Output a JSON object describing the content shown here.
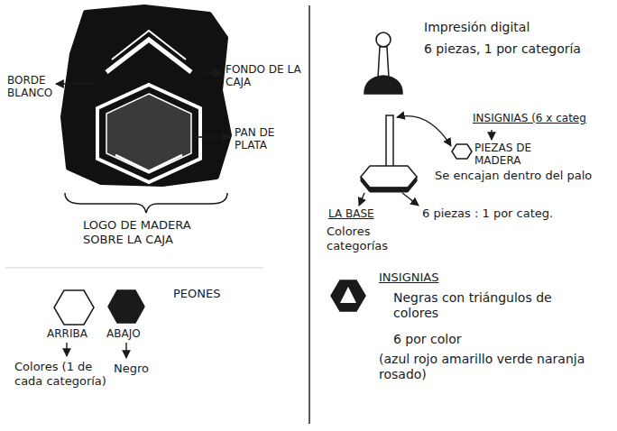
{
  "diagram": {
    "labels": [
      "BORDE BLANCO",
      "FONDO DE LA CAJA",
      "PAN DE PLATA",
      "LOGO DE MADERA SOBRE LA CAJA",
      "PEONES",
      "ARRIBA",
      "ABAJO",
      "Colores (1 de cada categoría)",
      "Negro",
      "Impresión digital",
      "6 piezas, 1 por categoría",
      "INSIGNIAS (6 x categ",
      "PIEZAS DE MADERA",
      "Se encajan dentro del palo",
      "LA BASE",
      "Colores categorías",
      "6 piezas : 1 por categ.",
      "INSIGNIAS",
      "Negras con triángulos de colores",
      "6 por color",
      "(azul rojo amarillo verde naranja rosado)"
    ]
  }
}
